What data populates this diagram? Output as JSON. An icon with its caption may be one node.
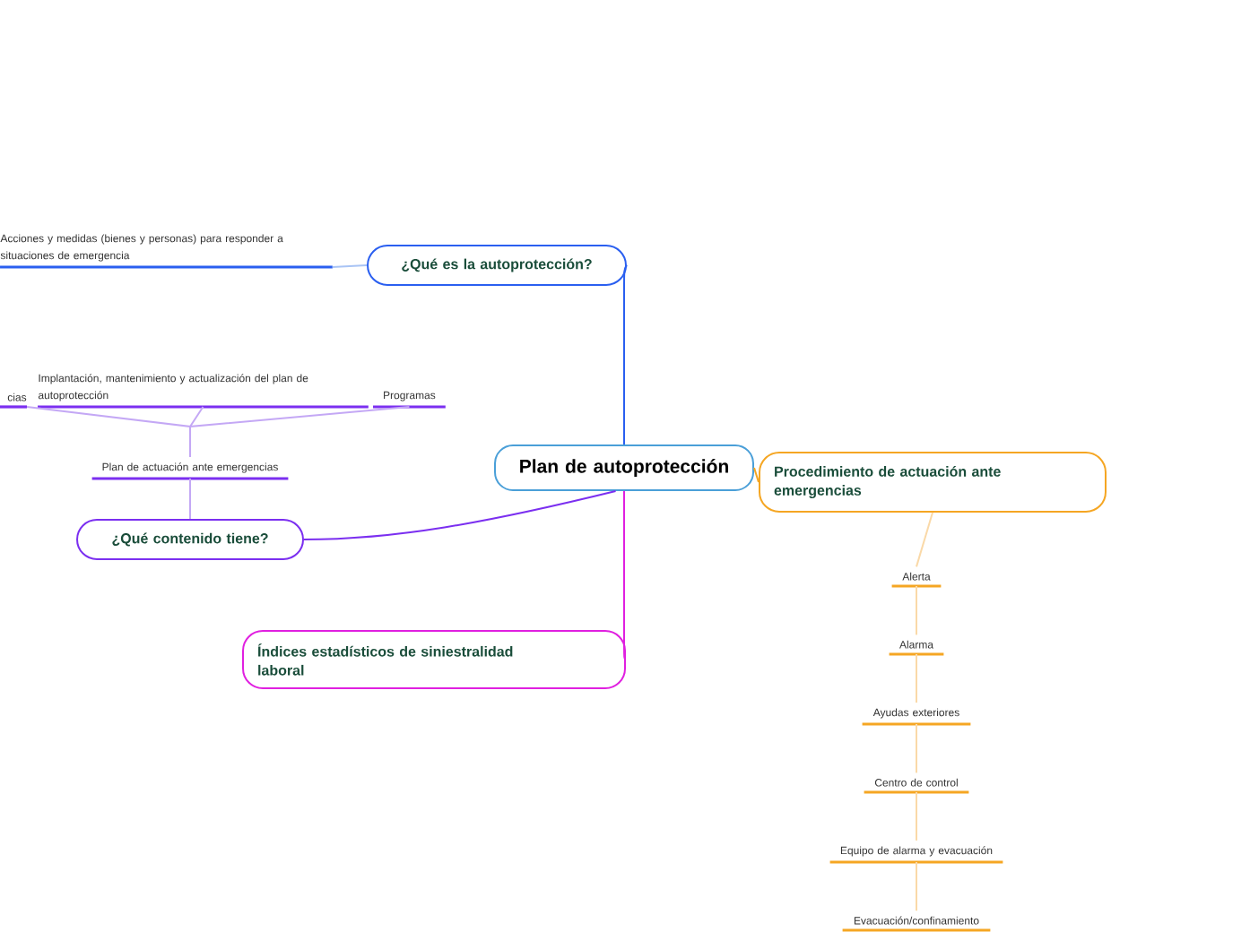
{
  "diagram": {
    "nodes": [
      {
        "text": [
          "Plan de autoprotección"
        ]
      },
      {
        "text": [
          "¿Qué es la autoprotección?"
        ]
      },
      {
        "text": [
          "Acciones y medidas (bienes y personas) para responder a situaciones de emergencia"
        ]
      },
      {
        "text": [
          "¿Qué contenido tiene?"
        ]
      },
      {
        "text": [
          "Plan de actuación ante emergencias"
        ]
      },
      {
        "text": [
          "cias"
        ]
      },
      {
        "text": [
          "Implantación, mantenimiento y actualización del plan de autoprotección"
        ]
      },
      {
        "text": [
          "Programas"
        ]
      },
      {
        "text": [
          "Índices estadísticos de siniestralidad laboral"
        ]
      },
      {
        "text": [
          "Procedimiento de actuación ante emergencias"
        ]
      },
      {
        "text": [
          "Alerta"
        ]
      },
      {
        "text": [
          "Alarma"
        ]
      },
      {
        "text": [
          "Ayudas exteriores"
        ]
      },
      {
        "text": [
          "Centro de control"
        ]
      },
      {
        "text": [
          "Equipo de alarma y evacuación"
        ]
      },
      {
        "text": [
          "Evacuación/confinamiento"
        ]
      }
    ],
    "edges": [
      {
        "from": 0,
        "to": 1,
        "arrow": "none",
        "color": "#2a5ff0"
      },
      {
        "from": 1,
        "to": 2,
        "arrow": "none",
        "color": "#a9c4f5"
      },
      {
        "from": 0,
        "to": 3,
        "arrow": "none",
        "color": "#7b2ff0"
      },
      {
        "from": 3,
        "to": 4,
        "arrow": "none",
        "color": "#c4a8f5"
      },
      {
        "from": 4,
        "to": 5,
        "arrow": "none",
        "color": "#c4a8f5"
      },
      {
        "from": 4,
        "to": 6,
        "arrow": "none",
        "color": "#c4a8f5"
      },
      {
        "from": 4,
        "to": 7,
        "arrow": "none",
        "color": "#c4a8f5"
      },
      {
        "from": 0,
        "to": 8,
        "arrow": "none",
        "color": "#e020e0"
      },
      {
        "from": 0,
        "to": 9,
        "arrow": "none",
        "color": "#f5a623"
      },
      {
        "from": 9,
        "to": 10,
        "arrow": "none",
        "color": "#fad9a8"
      },
      {
        "from": 10,
        "to": 11,
        "arrow": "none",
        "color": "#fad9a8"
      },
      {
        "from": 11,
        "to": 12,
        "arrow": "none",
        "color": "#fad9a8"
      },
      {
        "from": 12,
        "to": 13,
        "arrow": "none",
        "color": "#fad9a8"
      },
      {
        "from": 13,
        "to": 14,
        "arrow": "none",
        "color": "#fad9a8"
      },
      {
        "from": 14,
        "to": 15,
        "arrow": "none",
        "color": "#fad9a8"
      }
    ]
  }
}
